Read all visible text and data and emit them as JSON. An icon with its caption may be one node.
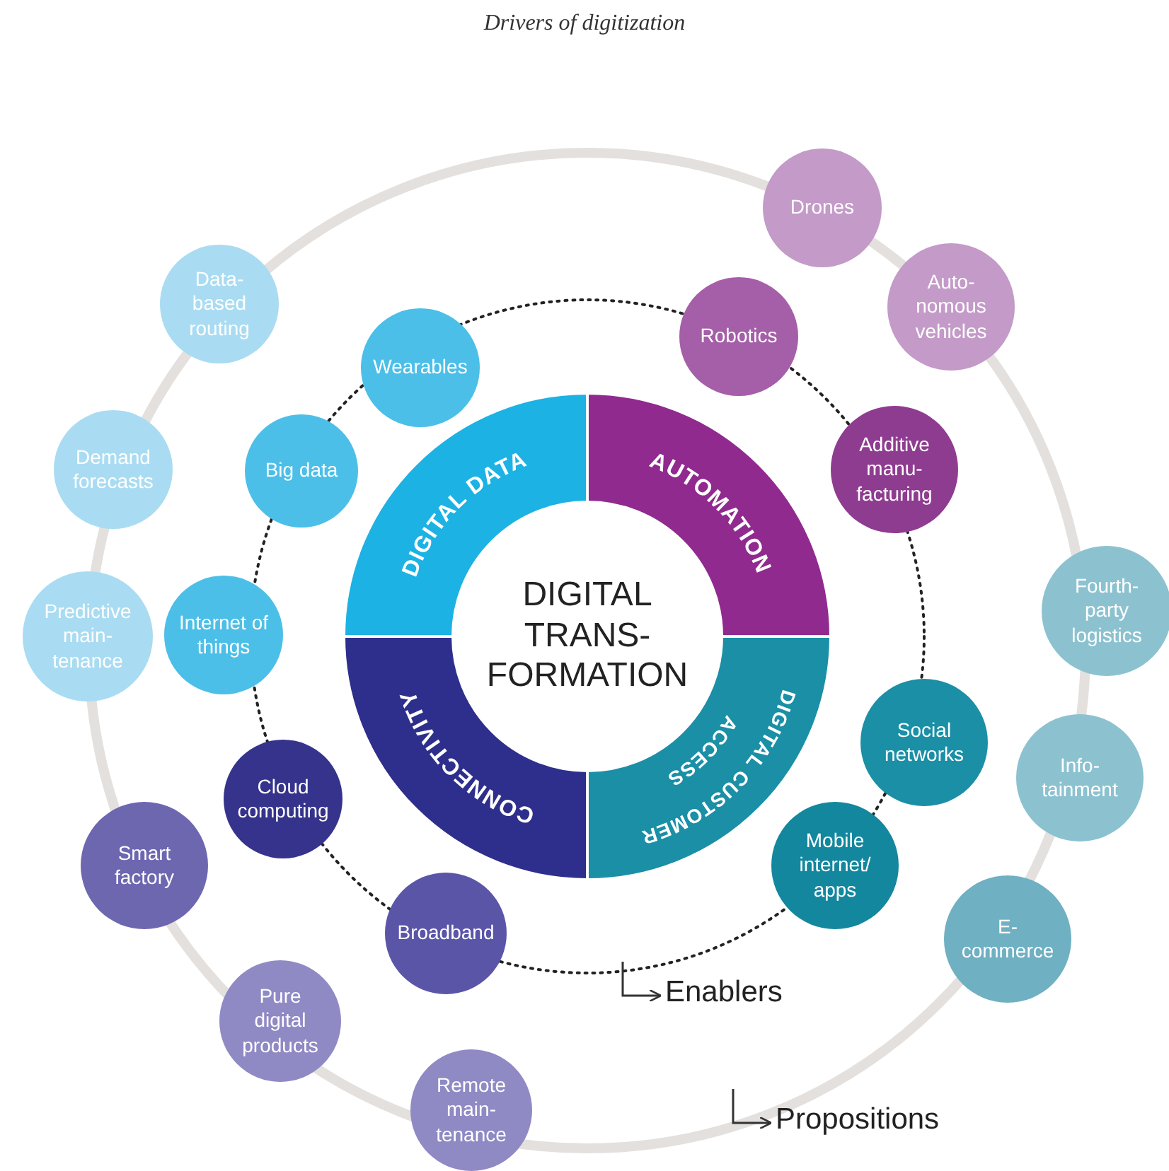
{
  "diagram": {
    "title": "Drivers of digitization",
    "nodes": [
      {
        "text": [
          "DIGITAL TRANS-FORMATION"
        ]
      },
      {
        "text": [
          "DIGITAL DATA"
        ]
      },
      {
        "text": [
          "AUTOMATION"
        ]
      },
      {
        "text": [
          "DIGITAL CUSTOMER ACCESS"
        ]
      },
      {
        "text": [
          "CONNECTIVITY"
        ]
      },
      {
        "text": [
          "Wearables"
        ]
      },
      {
        "text": [
          "Big data"
        ]
      },
      {
        "text": [
          "Internet of things"
        ]
      },
      {
        "text": [
          "Robotics"
        ]
      },
      {
        "text": [
          "Additive manu-facturing"
        ]
      },
      {
        "text": [
          "Social networks"
        ]
      },
      {
        "text": [
          "Mobile internet/ apps"
        ]
      },
      {
        "text": [
          "Cloud computing"
        ]
      },
      {
        "text": [
          "Broadband"
        ]
      },
      {
        "text": [
          "Data-based routing"
        ]
      },
      {
        "text": [
          "Demand forecasts"
        ]
      },
      {
        "text": [
          "Predictive main-tenance"
        ]
      },
      {
        "text": [
          "Drones"
        ]
      },
      {
        "text": [
          "Auto-nomous vehicles"
        ]
      },
      {
        "text": [
          "Fourth-party logistics"
        ]
      },
      {
        "text": [
          "Info-tainment"
        ]
      },
      {
        "text": [
          "E-commerce"
        ]
      },
      {
        "text": [
          "Smart factory"
        ]
      },
      {
        "text": [
          "Pure digital products"
        ]
      },
      {
        "text": [
          "Remote main-tenance"
        ]
      }
    ],
    "labels": [
      "Enablers",
      "Propositions"
    ]
  }
}
